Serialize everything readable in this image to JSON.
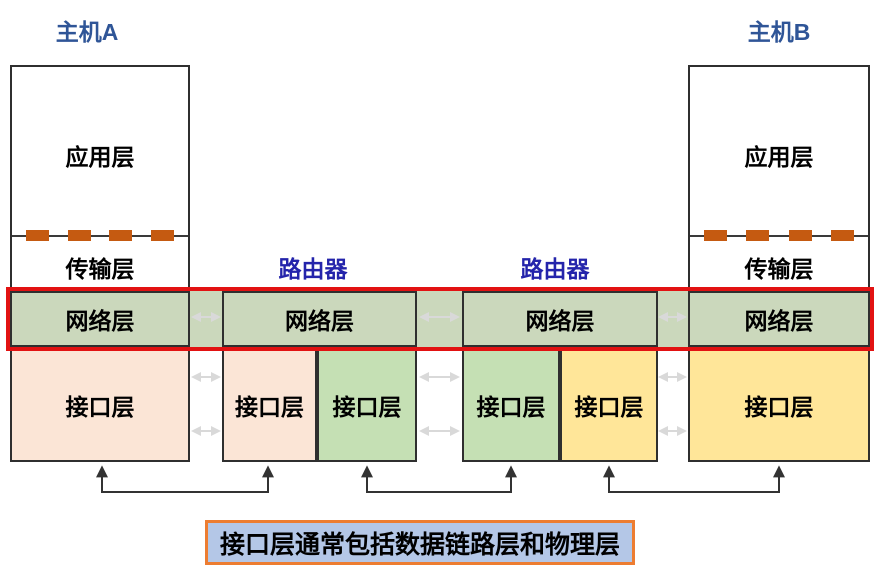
{
  "diagram": {
    "host_a": {
      "title": "主机A",
      "application": "应用层",
      "transport": "传输层",
      "network": "网络层",
      "interface": "接口层"
    },
    "host_b": {
      "title": "主机B",
      "application": "应用层",
      "transport": "传输层",
      "network": "网络层",
      "interface": "接口层"
    },
    "router_1": {
      "title": "路由器",
      "network": "网络层",
      "interface_left": "接口层",
      "interface_right": "接口层"
    },
    "router_2": {
      "title": "路由器",
      "network": "网络层",
      "interface_left": "接口层",
      "interface_right": "接口层"
    },
    "caption": "接口层通常包括数据链路层和物理层"
  },
  "colors": {
    "host_title": "#2F5597",
    "router_title": "#2424AB",
    "network_band": "#CBD8BC",
    "interface_pink": "#FBE5D6",
    "interface_green": "#C5E0B4",
    "interface_yellow": "#FFE699",
    "highlight_red": "#E21212",
    "dash_orange": "#C55A11",
    "caption_bg": "#B4C7E7",
    "caption_border": "#ED7D31",
    "box_border": "#2F2F2F",
    "faint_arrow": "#D9D9D9",
    "connector": "#333333"
  }
}
